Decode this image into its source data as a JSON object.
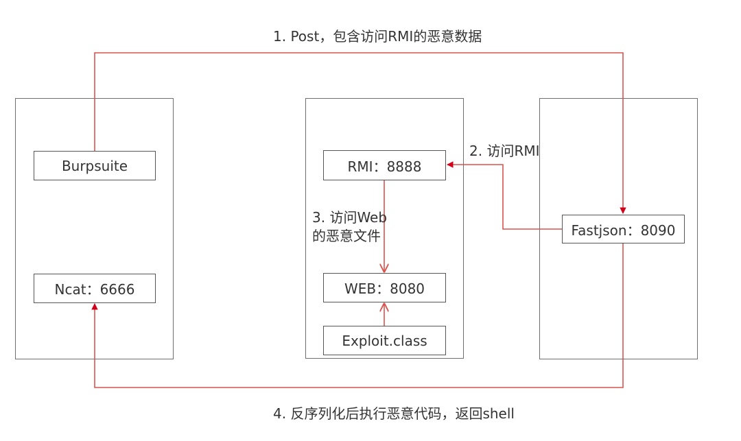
{
  "diagram": {
    "type": "attack-flow",
    "colors": {
      "edge": "#d9534f",
      "box_border": "#6e6e6e",
      "text": "#333333"
    },
    "groups": [
      {
        "id": "attacker",
        "nodes": [
          "burpsuite",
          "ncat"
        ]
      },
      {
        "id": "attack-server",
        "nodes": [
          "rmi",
          "web",
          "exploit"
        ]
      },
      {
        "id": "target",
        "nodes": [
          "fastjson"
        ]
      }
    ],
    "nodes": {
      "burpsuite": {
        "label": "Burpsuite"
      },
      "ncat": {
        "label": "Ncat：6666"
      },
      "rmi": {
        "label": "RMI：8888"
      },
      "web": {
        "label": "WEB：8080"
      },
      "exploit": {
        "label": "Exploit.class"
      },
      "fastjson": {
        "label": "Fastjson：8090"
      }
    },
    "edges": [
      {
        "from": "burpsuite",
        "to": "fastjson",
        "label": "1. Post，包含访问RMI的恶意数据"
      },
      {
        "from": "fastjson",
        "to": "rmi",
        "label": "2. 访问RMI"
      },
      {
        "from": "rmi",
        "to": "web",
        "label_line1": "3. 访问Web",
        "label_line2": "的恶意文件"
      },
      {
        "from": "exploit",
        "to": "web",
        "label": ""
      },
      {
        "from": "fastjson",
        "to": "ncat",
        "label": "4. 反序列化后执行恶意代码，返回shell"
      }
    ]
  }
}
